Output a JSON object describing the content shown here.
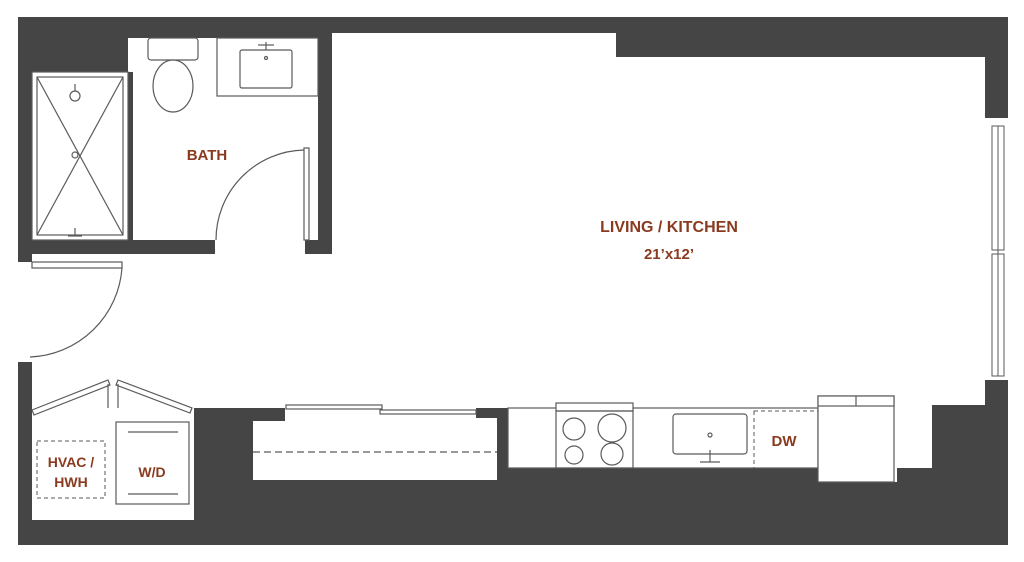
{
  "colors": {
    "wall": "#454545",
    "floor": "#ffffff",
    "label": "#8a3a1f",
    "fixture": "#5a5a5a",
    "window": "#c9c9c9"
  },
  "rooms": {
    "bath": {
      "label": "BATH"
    },
    "living_kitchen": {
      "label": "LIVING / KITCHEN",
      "dimensions": "21’x12’"
    },
    "hvac": {
      "line1": "HVAC /",
      "line2": "HWH"
    },
    "washer_dryer": {
      "label": "W/D"
    },
    "dishwasher": {
      "label": "DW"
    }
  },
  "icons": [
    "toilet-icon",
    "sink-icon",
    "shower-icon",
    "range-icon",
    "kitchen-sink-icon",
    "door-swing-icon",
    "window-icon"
  ]
}
